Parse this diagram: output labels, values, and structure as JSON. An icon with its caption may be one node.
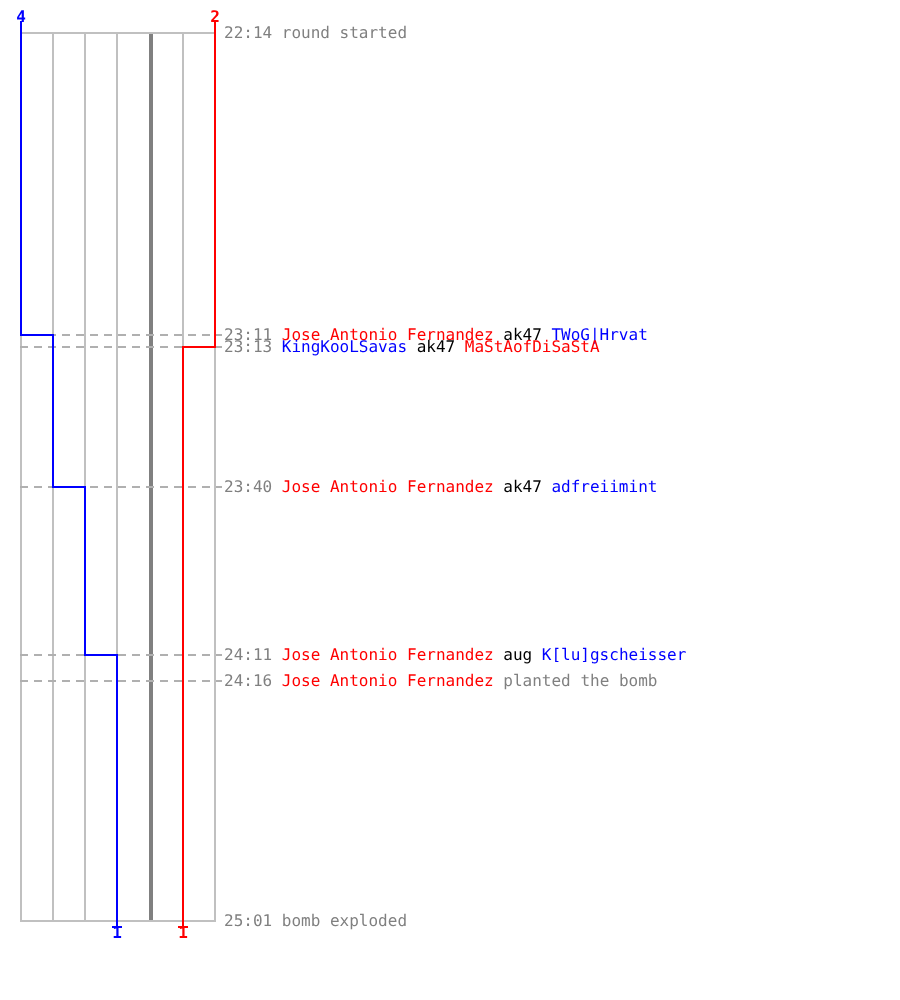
{
  "diagram": {
    "labels": [
      "4",
      "2",
      "22:14",
      "round started",
      "23:11",
      "Jose Antonio Fernandez",
      "ak47",
      "TWoG|Hrvat",
      "23:13",
      "KingKooLSavas",
      "ak47",
      "MaStAofDiSaStA",
      "23:40",
      "Jose Antonio Fernandez",
      "ak47",
      "adfreiimint",
      "24:11",
      "Jose Antonio Fernandez",
      "aug",
      "K[lu]gscheisser",
      "24:16",
      "Jose Antonio Fernandez",
      "planted the bomb",
      "25:01",
      "bomb exploded",
      "1",
      "1"
    ]
  }
}
